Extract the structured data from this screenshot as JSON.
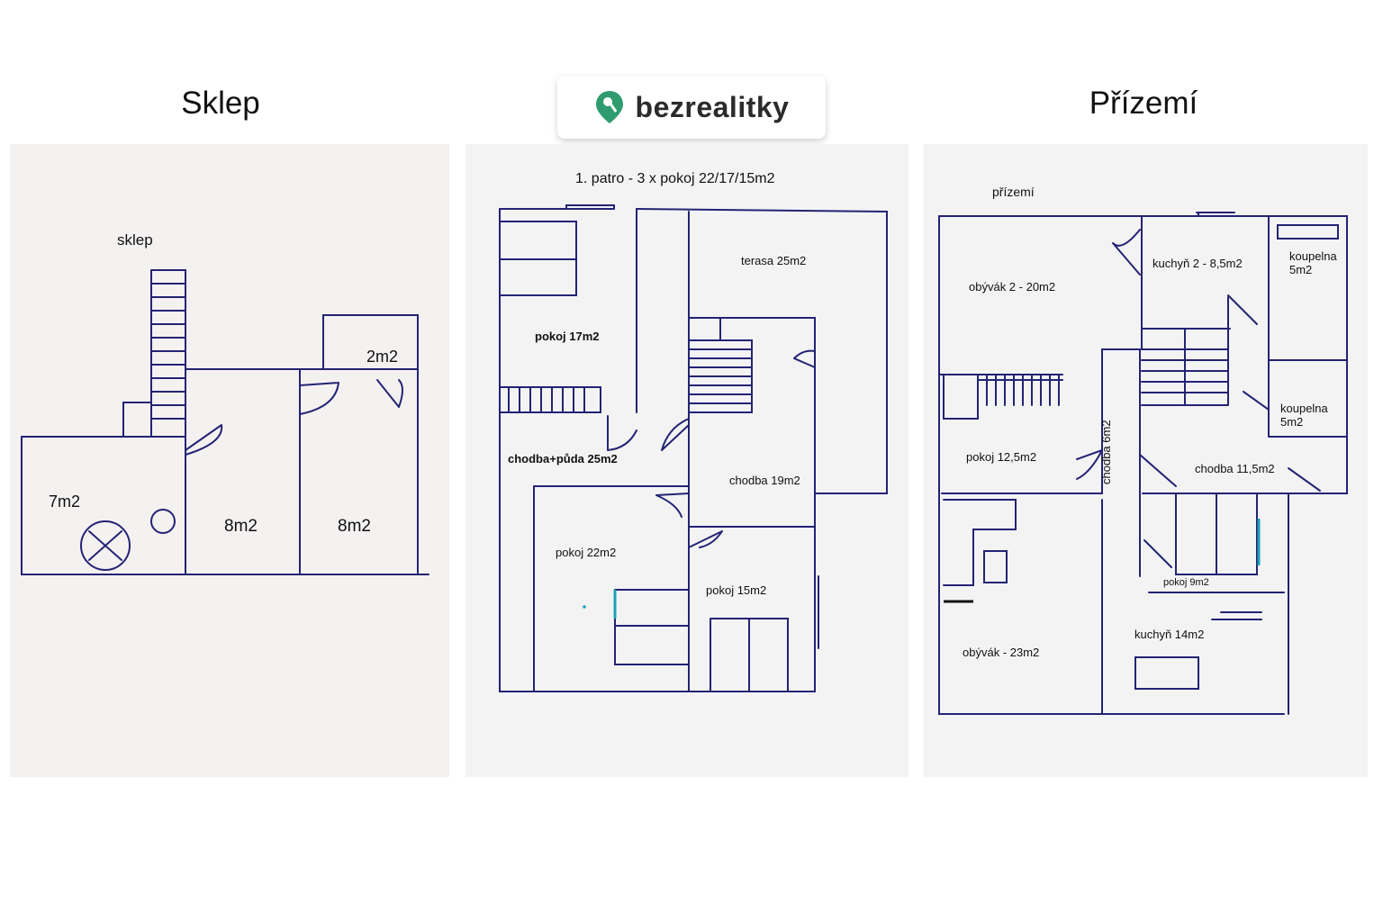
{
  "brand": {
    "name": "bezrealitky",
    "color": "#2e9c6e",
    "icon": "map-pin-key-icon"
  },
  "headings": {
    "left": "Sklep",
    "right": "Přízemí"
  },
  "colors": {
    "ink": "#232374",
    "accent": "#1aa3b5",
    "paper_left": "#f4f1f1",
    "paper": "#f3f3f3"
  },
  "sklep": {
    "title": "sklep",
    "rooms": [
      "7m2",
      "8m2",
      "8m2",
      "2m2"
    ]
  },
  "patro": {
    "title": "1. patro - 3 x pokoj 22/17/15m2",
    "rooms": [
      "terasa 25m2",
      "pokoj 17m2",
      "chodba+půda 25m2",
      "chodba 19m2",
      "pokoj 22m2",
      "pokoj 15m2"
    ]
  },
  "prizemi": {
    "title": "přízemí",
    "rooms": [
      "obývák 2 - 20m2",
      "kuchyň 2 - 8,5m2",
      "koupelna\n5m2",
      "koupelna\n5m2",
      "pokoj 12,5m2",
      "chodba 6m2",
      "chodba 11,5m2",
      "pokoj 9m2",
      "kuchyň 14m2",
      "obývák - 23m2"
    ]
  }
}
